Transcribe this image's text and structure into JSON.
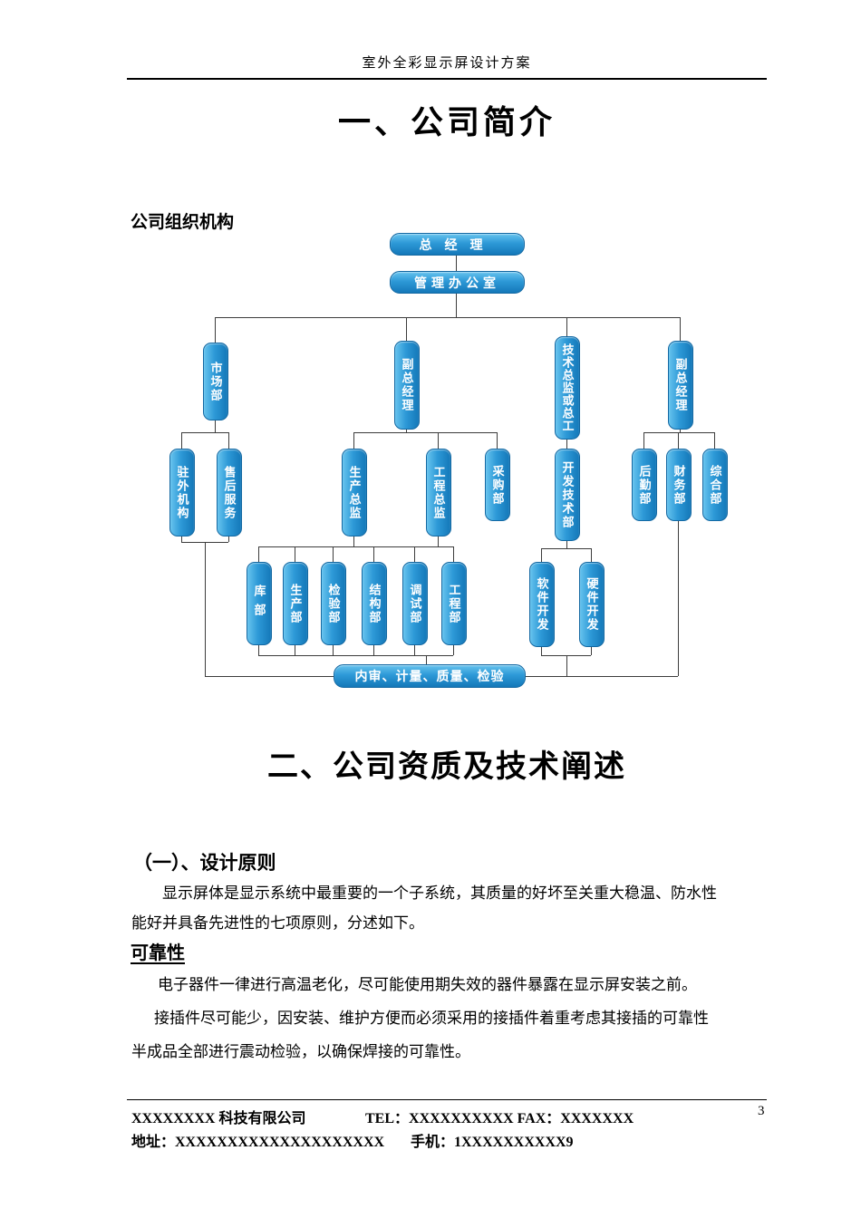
{
  "header": {
    "doc_title": "室外全彩显示屏设计方案"
  },
  "section_company": {
    "title": "一、公司简介",
    "org_heading": "公司组织机构"
  },
  "org_chart": {
    "box_color_top": "#66c3ee",
    "box_color_bottom": "#1478b9",
    "nodes": {
      "gm": "总经理",
      "office": "管理办公室",
      "market": "市场部",
      "vgm_left": "副总经理",
      "tech_director": "技术总监或总工",
      "vgm_right": "副总经理",
      "overseas": "驻外机构",
      "after_sales": "售后服务",
      "production_director": "生产总监",
      "engineering_director": "工程总监",
      "purchasing": "采购部",
      "dev_tech": "开发技术部",
      "logistics": "后勤部",
      "finance": "财务部",
      "general_affairs": "综合部",
      "warehouse": "库部",
      "production": "生产部",
      "inspection": "检验部",
      "structure": "结构部",
      "debugging": "调试部",
      "engineering": "工程部",
      "software_dev": "软件开发",
      "hardware_dev": "硬件开发",
      "audit": "内审、计量、质量、检验"
    }
  },
  "section_qualification": {
    "title": "二、公司资质及技术阐述",
    "design_principles_heading": "（一）、设计原则",
    "design_principles_text": "显示屏体是显示系统中最重要的一个子系统，其质量的好坏至关重大稳温、防水性能好并具备先进性的七项原则，分述如下。",
    "reliability_heading": "可靠性",
    "reliability_items": [
      "电子器件一律进行高温老化，尽可能使用期失效的器件暴露在显示屏安装之前。",
      "接插件尽可能少，因安装、维护方便而必须采用的接插件着重考虑其接插的可靠性",
      "半成品全部进行震动检验，以确保焊接的可靠性。"
    ]
  },
  "footer": {
    "company": "XXXXXXXX 科技有限公司",
    "tel_fax": "TEL：XXXXXXXXXX  FAX：XXXXXXX",
    "page_number": "3",
    "address": "地址：XXXXXXXXXXXXXXXXXXXX",
    "mobile": "手机：1XXXXXXXXXX9"
  }
}
